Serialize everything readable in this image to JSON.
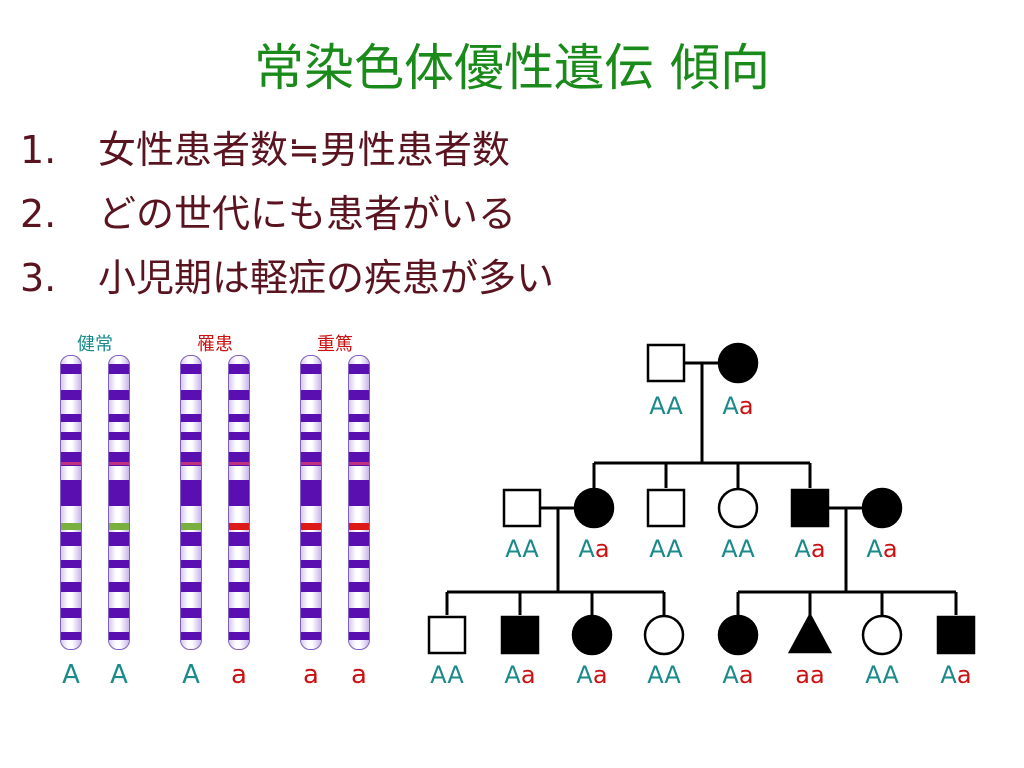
{
  "title": "常染色体優性遺伝 傾向",
  "points": [
    {
      "num": "1.",
      "text": "女性患者数≒男性患者数"
    },
    {
      "num": "2.",
      "text": "どの世代にも患者がいる"
    },
    {
      "num": "3.",
      "text": "小児期は軽症の疾患が多い"
    }
  ],
  "chromosome_groups": [
    {
      "label": "健常",
      "label_color": "#1a8a8a",
      "marker_colors": [
        "#7ab040",
        "#7ab040"
      ],
      "alleles": [
        "A",
        "A"
      ]
    },
    {
      "label": "罹患",
      "label_color": "#cc1111",
      "marker_colors": [
        "#7ab040",
        "#dd1a1a"
      ],
      "alleles": [
        "A",
        "a"
      ]
    },
    {
      "label": "重篤",
      "label_color": "#cc1111",
      "marker_colors": [
        "#dd1a1a",
        "#dd1a1a"
      ],
      "alleles": [
        "a",
        "a"
      ]
    }
  ],
  "pedigree": {
    "gen1": [
      {
        "shape": "square",
        "affected": false,
        "genotype": "AA"
      },
      {
        "shape": "circle",
        "affected": true,
        "genotype": "Aa"
      }
    ],
    "gen2": [
      {
        "shape": "square",
        "affected": false,
        "genotype": "AA"
      },
      {
        "shape": "circle",
        "affected": true,
        "genotype": "Aa"
      },
      {
        "shape": "square",
        "affected": false,
        "genotype": "AA"
      },
      {
        "shape": "circle",
        "affected": false,
        "genotype": "AA"
      },
      {
        "shape": "square",
        "affected": true,
        "genotype": "Aa"
      },
      {
        "shape": "circle",
        "affected": true,
        "genotype": "Aa"
      }
    ],
    "gen3": [
      {
        "shape": "square",
        "affected": false,
        "genotype": "AA"
      },
      {
        "shape": "square",
        "affected": true,
        "genotype": "Aa"
      },
      {
        "shape": "circle",
        "affected": true,
        "genotype": "Aa"
      },
      {
        "shape": "circle",
        "affected": false,
        "genotype": "AA"
      },
      {
        "shape": "circle",
        "affected": true,
        "genotype": "Aa"
      },
      {
        "shape": "triangle",
        "affected": true,
        "genotype": "aa"
      },
      {
        "shape": "circle",
        "affected": false,
        "genotype": "AA"
      },
      {
        "shape": "square",
        "affected": true,
        "genotype": "Aa"
      }
    ]
  },
  "colors": {
    "title": "#1a8a1a",
    "text": "#5a1420",
    "dominant_allele": "#1a8a8a",
    "recessive_allele": "#cc1111",
    "band": "#5a10b0"
  }
}
